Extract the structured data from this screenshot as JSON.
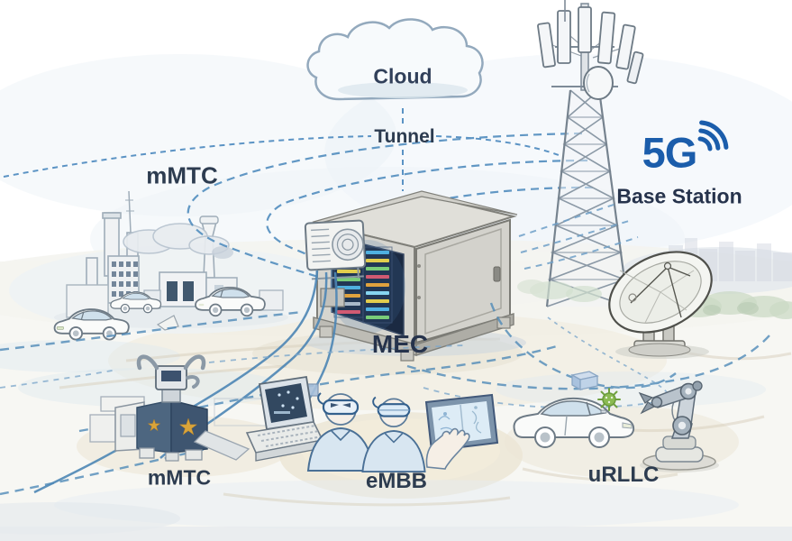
{
  "diagram": {
    "labels": {
      "cloud": "Cloud",
      "tunnel": "Tunnel",
      "mmtc_top": "mMTC",
      "five_g": "5G",
      "base_station": "Base Station",
      "mec": "MEC",
      "mmtc_bottom": "mMTC",
      "embb": "eMBB",
      "urllc": "uRLLC"
    },
    "colors": {
      "accent_blue": "#1b5dab",
      "label_navy": "#2d3c50",
      "dash_blue": "#4a86b8",
      "cable_blue": "#4d86b5",
      "ground_sand": "#e8e0c9",
      "machine_panel_navy": "#3e5570",
      "star_gold": "#d9a43a",
      "sensor_green": "#8aba52"
    },
    "icons": [
      "cloud-icon",
      "signal-waves-icon",
      "cell-tower-icon",
      "satellite-dish-icon",
      "mec-cabinet-icon",
      "ac-unit-icon",
      "server-rack-icon",
      "factory-icon",
      "car-icon",
      "smart-machine-icon",
      "industrial-laptop-icon",
      "vr-headset-icon",
      "tablet-icon",
      "hand-icon",
      "autonomous-car-icon",
      "sensor-icon",
      "robot-arm-icon"
    ]
  }
}
